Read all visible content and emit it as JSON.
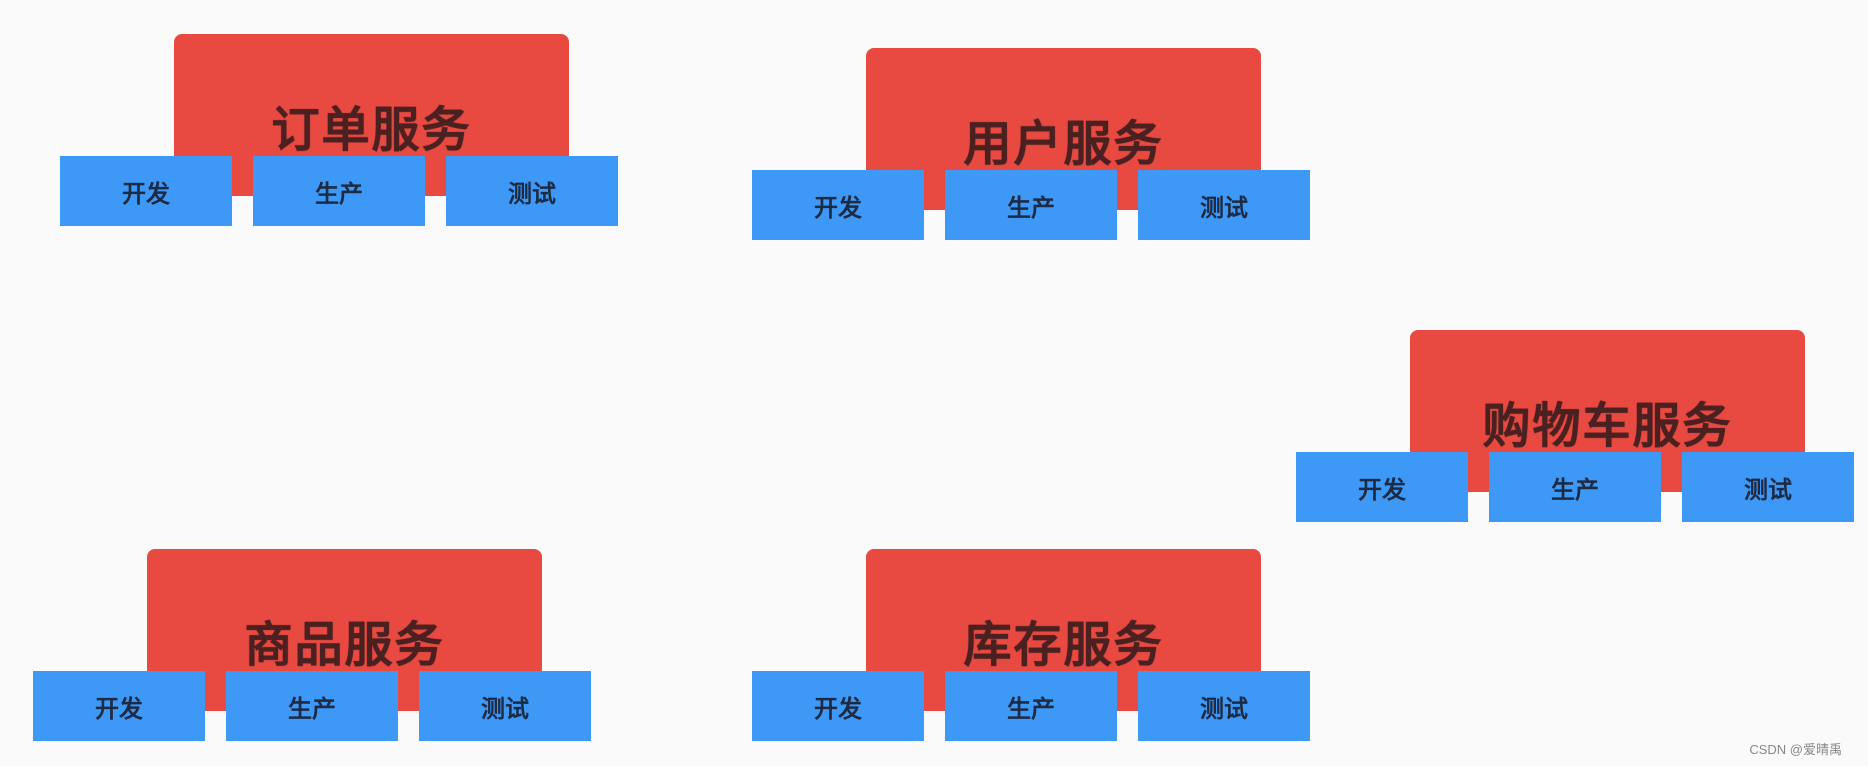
{
  "services": [
    {
      "title": "订单服务",
      "envs": [
        "开发",
        "生产",
        "测试"
      ]
    },
    {
      "title": "用户服务",
      "envs": [
        "开发",
        "生产",
        "测试"
      ]
    },
    {
      "title": "购物车服务",
      "envs": [
        "开发",
        "生产",
        "测试"
      ]
    },
    {
      "title": "商品服务",
      "envs": [
        "开发",
        "生产",
        "测试"
      ]
    },
    {
      "title": "库存服务",
      "envs": [
        "开发",
        "生产",
        "测试"
      ]
    }
  ],
  "watermark": "CSDN @爱晴禹",
  "colors": {
    "service_box": "#e84a41",
    "env_box": "#3e98f5",
    "background": "#fafafa"
  }
}
